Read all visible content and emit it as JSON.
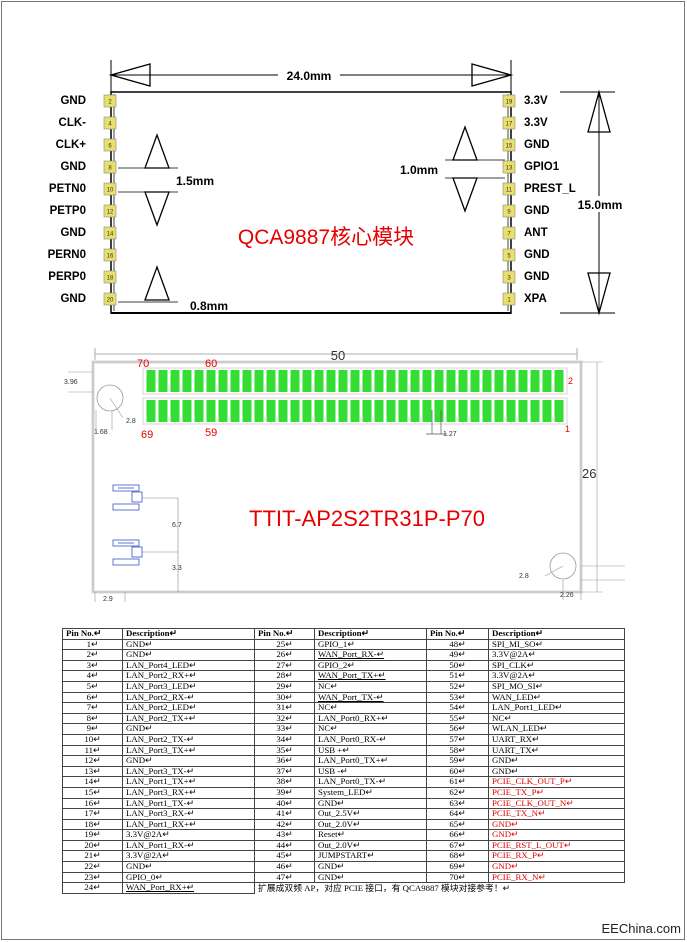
{
  "module": {
    "title": "QCA9887核心模块",
    "width_label": "24.0mm",
    "height_label": "15.0mm",
    "pitch_label_left": "1.5mm",
    "pitch_label_right": "1.0mm",
    "edge_label": "0.8mm",
    "left_pins": [
      {
        "name": "GND",
        "num": "2"
      },
      {
        "name": "CLK-",
        "num": "4"
      },
      {
        "name": "CLK+",
        "num": "6"
      },
      {
        "name": "GND",
        "num": "8"
      },
      {
        "name": "PETN0",
        "num": "10"
      },
      {
        "name": "PETP0",
        "num": "12"
      },
      {
        "name": "GND",
        "num": "14"
      },
      {
        "name": "PERN0",
        "num": "16"
      },
      {
        "name": "PERP0",
        "num": "18"
      },
      {
        "name": "GND",
        "num": "20"
      }
    ],
    "right_pins": [
      {
        "name": "3.3V",
        "num": "19"
      },
      {
        "name": "3.3V",
        "num": "17"
      },
      {
        "name": "GND",
        "num": "15"
      },
      {
        "name": "GPIO1",
        "num": "13"
      },
      {
        "name": "PREST_L",
        "num": "11"
      },
      {
        "name": "GND",
        "num": "9"
      },
      {
        "name": "ANT",
        "num": "7"
      },
      {
        "name": "GND",
        "num": "5"
      },
      {
        "name": "GND",
        "num": "3"
      },
      {
        "name": "XPA",
        "num": "1"
      }
    ]
  },
  "board": {
    "title": "TTIT-AP2S2TR31P-P70",
    "dim_width": "50",
    "dim_height": "26",
    "dim_left_top": "3.96",
    "dim_hole": "2.8",
    "dim_hole2": "2.8",
    "dim_offset": "1.68",
    "dim_pitch": "1.27",
    "dim_mid": "6.7",
    "dim_low": "3.3",
    "dim_bottom_left": "2.9",
    "dim_bottom_right": "2.26",
    "pin_label_70": "70",
    "pin_label_60": "60",
    "pin_label_2": "2",
    "pin_label_69": "69",
    "pin_label_59": "59",
    "pin_label_1": "1",
    "pad_count_per_row": 35,
    "pad_color": "#33dd33"
  },
  "table": {
    "headers": [
      "Pin No.↵",
      "Description↵",
      "Pin No.↵",
      "Description↵",
      "Pin No.↵",
      "Description↵"
    ],
    "rows": [
      [
        [
          "1↵",
          ""
        ],
        [
          "GND↵",
          ""
        ],
        [
          "25↵",
          ""
        ],
        [
          "GPIO_1↵",
          ""
        ],
        [
          "48↵",
          ""
        ],
        [
          "SPI_MI_SO↵",
          ""
        ]
      ],
      [
        [
          "2↵",
          ""
        ],
        [
          "GND↵",
          ""
        ],
        [
          "26↵",
          ""
        ],
        [
          "WAN_Port_RX-↵",
          "u"
        ],
        [
          "49↵",
          ""
        ],
        [
          "3.3V@2A↵",
          ""
        ]
      ],
      [
        [
          "3↵",
          ""
        ],
        [
          "LAN_Port4_LED↵",
          ""
        ],
        [
          "27↵",
          ""
        ],
        [
          "GPIO_2↵",
          ""
        ],
        [
          "50↵",
          ""
        ],
        [
          "SPI_CLK↵",
          ""
        ]
      ],
      [
        [
          "4↵",
          ""
        ],
        [
          "LAN_Port2_RX+↵",
          ""
        ],
        [
          "28↵",
          ""
        ],
        [
          "WAN_Port_TX+↵",
          "u"
        ],
        [
          "51↵",
          ""
        ],
        [
          "3.3V@2A↵",
          ""
        ]
      ],
      [
        [
          "5↵",
          ""
        ],
        [
          "LAN_Port3_LED↵",
          ""
        ],
        [
          "29↵",
          ""
        ],
        [
          "NC↵",
          ""
        ],
        [
          "52↵",
          ""
        ],
        [
          "SPI_MO_SI↵",
          ""
        ]
      ],
      [
        [
          "6↵",
          ""
        ],
        [
          "LAN_Port2_RX-↵",
          ""
        ],
        [
          "30↵",
          ""
        ],
        [
          "WAN_Port_TX-↵",
          "u"
        ],
        [
          "53↵",
          ""
        ],
        [
          "WAN_LED↵",
          ""
        ]
      ],
      [
        [
          "7↵",
          ""
        ],
        [
          "LAN_Port2_LED↵",
          ""
        ],
        [
          "31↵",
          ""
        ],
        [
          "NC↵",
          ""
        ],
        [
          "54↵",
          ""
        ],
        [
          "LAN_Port1_LED↵",
          ""
        ]
      ],
      [
        [
          "8↵",
          ""
        ],
        [
          "LAN_Port2_TX+↵",
          ""
        ],
        [
          "32↵",
          ""
        ],
        [
          "LAN_Port0_RX+↵",
          ""
        ],
        [
          "55↵",
          ""
        ],
        [
          "NC↵",
          ""
        ]
      ],
      [
        [
          "9↵",
          ""
        ],
        [
          "GND↵",
          ""
        ],
        [
          "33↵",
          ""
        ],
        [
          "NC↵",
          ""
        ],
        [
          "56↵",
          ""
        ],
        [
          "WLAN_LED↵",
          ""
        ]
      ],
      [
        [
          "10↵",
          ""
        ],
        [
          "LAN_Port2_TX-↵",
          ""
        ],
        [
          "34↵",
          ""
        ],
        [
          "LAN_Port0_RX-↵",
          ""
        ],
        [
          "57↵",
          ""
        ],
        [
          "UART_RX↵",
          ""
        ]
      ],
      [
        [
          "11↵",
          ""
        ],
        [
          "LAN_Port3_TX+↵",
          ""
        ],
        [
          "35↵",
          ""
        ],
        [
          "USB +↵",
          ""
        ],
        [
          "58↵",
          ""
        ],
        [
          "UART_TX↵",
          ""
        ]
      ],
      [
        [
          "12↵",
          ""
        ],
        [
          "GND↵",
          ""
        ],
        [
          "36↵",
          ""
        ],
        [
          "LAN_Port0_TX+↵",
          ""
        ],
        [
          "59↵",
          ""
        ],
        [
          "GND↵",
          ""
        ]
      ],
      [
        [
          "13↵",
          ""
        ],
        [
          "LAN_Port3_TX-↵",
          ""
        ],
        [
          "37↵",
          ""
        ],
        [
          "USB -↵",
          ""
        ],
        [
          "60↵",
          ""
        ],
        [
          "GND↵",
          ""
        ]
      ],
      [
        [
          "14↵",
          ""
        ],
        [
          "LAN_Port1_TX+↵",
          ""
        ],
        [
          "38↵",
          ""
        ],
        [
          "LAN_Port0_TX-↵",
          ""
        ],
        [
          "61↵",
          ""
        ],
        [
          "PCIE_CLK_OUT_P↵",
          "red"
        ]
      ],
      [
        [
          "15↵",
          ""
        ],
        [
          "LAN_Port3_RX+↵",
          ""
        ],
        [
          "39↵",
          ""
        ],
        [
          "System_LED↵",
          ""
        ],
        [
          "62↵",
          ""
        ],
        [
          "PCIE_TX_P↵",
          "red"
        ]
      ],
      [
        [
          "16↵",
          ""
        ],
        [
          "LAN_Port1_TX-↵",
          ""
        ],
        [
          "40↵",
          ""
        ],
        [
          "GND↵",
          ""
        ],
        [
          "63↵",
          ""
        ],
        [
          "PCIE_CLK_OUT_N↵",
          "red"
        ]
      ],
      [
        [
          "17↵",
          ""
        ],
        [
          "LAN_Port3_RX-↵",
          ""
        ],
        [
          "41↵",
          ""
        ],
        [
          "Out_2.5V↵",
          ""
        ],
        [
          "64↵",
          ""
        ],
        [
          "PCIE_TX_N↵",
          "red"
        ]
      ],
      [
        [
          "18↵",
          ""
        ],
        [
          "LAN_Port1_RX+↵",
          ""
        ],
        [
          "42↵",
          ""
        ],
        [
          "Out_2.0V↵",
          ""
        ],
        [
          "65↵",
          ""
        ],
        [
          "GND↵",
          "red"
        ]
      ],
      [
        [
          "19↵",
          ""
        ],
        [
          "3.3V@2A↵",
          ""
        ],
        [
          "43↵",
          ""
        ],
        [
          "Reset↵",
          ""
        ],
        [
          "66↵",
          ""
        ],
        [
          "GND↵",
          "red"
        ]
      ],
      [
        [
          "20↵",
          ""
        ],
        [
          "LAN_Port1_RX-↵",
          ""
        ],
        [
          "44↵",
          ""
        ],
        [
          "Out_2.0V↵",
          ""
        ],
        [
          "67↵",
          ""
        ],
        [
          "PCIE_RST_L_OUT↵",
          "red"
        ]
      ],
      [
        [
          "21↵",
          ""
        ],
        [
          "3.3V@2A↵",
          ""
        ],
        [
          "45↵",
          ""
        ],
        [
          "JUMPSTART↵",
          ""
        ],
        [
          "68↵",
          ""
        ],
        [
          "PCIE_RX_P↵",
          "red"
        ]
      ],
      [
        [
          "22↵",
          ""
        ],
        [
          "GND↵",
          ""
        ],
        [
          "46↵",
          ""
        ],
        [
          "GND↵",
          ""
        ],
        [
          "69↵",
          ""
        ],
        [
          "GND↵",
          "red"
        ]
      ],
      [
        [
          "23↵",
          ""
        ],
        [
          "GPIO_0↵",
          ""
        ],
        [
          "47↵",
          ""
        ],
        [
          "GND↵",
          ""
        ],
        [
          "70↵",
          ""
        ],
        [
          "PCIE_RX_N↵",
          "red"
        ]
      ]
    ],
    "last_row_num": "24↵",
    "last_row_desc": "WAN_Port_RX+↵",
    "footnote": "扩展成双频 AP，对应 PCIE 接口，有 QCA9887 模块对接参考！↵"
  },
  "watermark": "EEChina.com",
  "colors": {
    "title_red": "#e60000",
    "pad_yellow": "#e8e06a",
    "board_outline": "#999999"
  }
}
